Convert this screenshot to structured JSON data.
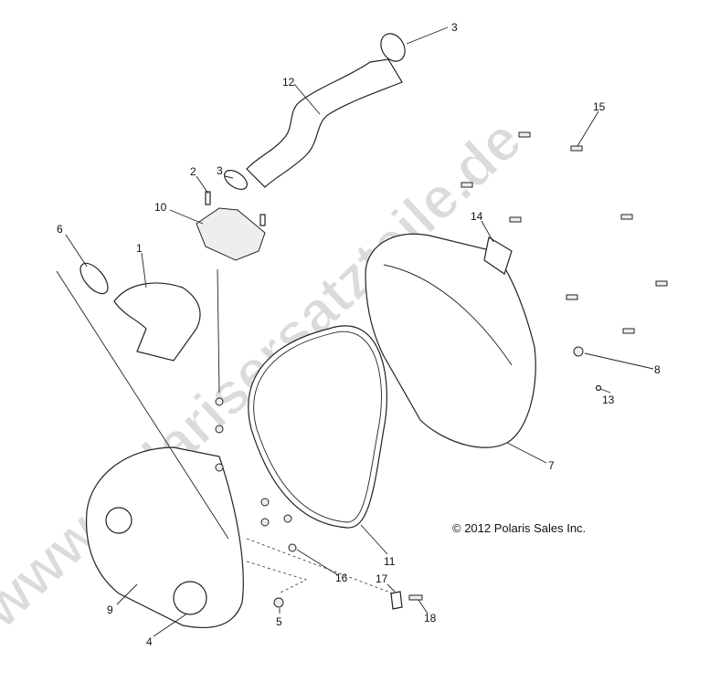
{
  "diagram": {
    "copyright": "© 2012 Polaris Sales Inc.",
    "watermark": "www.polarisersatzteile.de",
    "callouts": [
      {
        "id": "c-3a",
        "label": "3"
      },
      {
        "id": "c-12",
        "label": "12"
      },
      {
        "id": "c-15",
        "label": "15"
      },
      {
        "id": "c-2",
        "label": "2"
      },
      {
        "id": "c-3b",
        "label": "3"
      },
      {
        "id": "c-10",
        "label": "10"
      },
      {
        "id": "c-14",
        "label": "14"
      },
      {
        "id": "c-6",
        "label": "6"
      },
      {
        "id": "c-1",
        "label": "1"
      },
      {
        "id": "c-8",
        "label": "8"
      },
      {
        "id": "c-13",
        "label": "13"
      },
      {
        "id": "c-7",
        "label": "7"
      },
      {
        "id": "c-11",
        "label": "11"
      },
      {
        "id": "c-16",
        "label": "16"
      },
      {
        "id": "c-17",
        "label": "17"
      },
      {
        "id": "c-9",
        "label": "9"
      },
      {
        "id": "c-18",
        "label": "18"
      },
      {
        "id": "c-5",
        "label": "5"
      },
      {
        "id": "c-4",
        "label": "4"
      }
    ]
  }
}
